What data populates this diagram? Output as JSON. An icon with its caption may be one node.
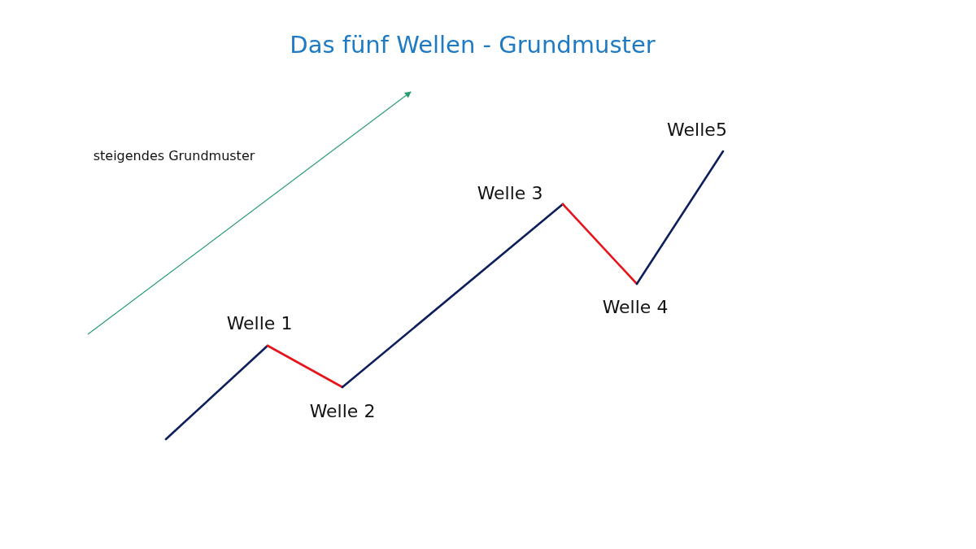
{
  "diagram": {
    "title": "Das fünf Wellen - Grundmuster",
    "labels": [
      "Welle5",
      "steigendes Grundmuster",
      "Welle 3",
      "Welle 4",
      "Welle 1",
      "Welle 2"
    ]
  }
}
